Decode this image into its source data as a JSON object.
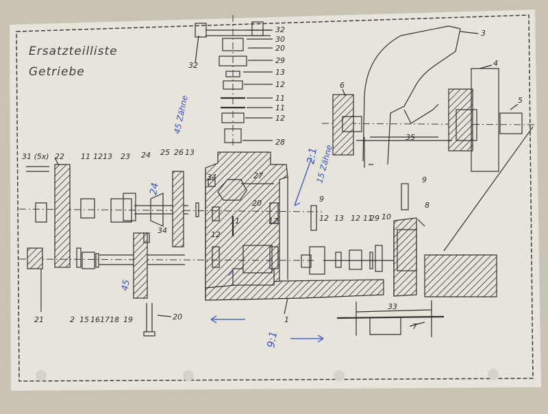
{
  "title": {
    "line1": "Ersatzteilliste",
    "line2": "Getriebe"
  },
  "part_labels": {
    "p32a": "32",
    "p32b": "32",
    "p30": "30",
    "p20a": "20",
    "p29a": "29",
    "p13a": "13",
    "p12a": "12",
    "p11a": "11",
    "p11b": "11",
    "p12b": "12",
    "p28": "28",
    "p3": "3",
    "p4": "4",
    "p5": "5",
    "p6": "6",
    "p35": "35",
    "p31": "31 (5x)",
    "p22": "22",
    "p11c": "11",
    "p12c": "12",
    "p13c": "13",
    "p23": "23",
    "p24": "24",
    "p25": "25",
    "p26": "26",
    "p13d": "13",
    "p34a": "34",
    "p27": "27",
    "p20b": "20",
    "p9a": "9",
    "p9b": "9",
    "p8": "8",
    "p12d": "12",
    "p13e": "13",
    "p12e": "12",
    "p11d": "11",
    "p29b": "29",
    "p10": "10",
    "p11e": "11",
    "p12f": "12",
    "p12g": "12",
    "p34b": "34",
    "p21": "21",
    "p2": "2",
    "p15": "15",
    "p16": "16",
    "p17": "17",
    "p18": "18",
    "p19": "19",
    "p20c": "20",
    "p1": "1",
    "p33": "33",
    "p7": "7"
  },
  "handwritten": {
    "zaehne_top": "45 Zähne",
    "ratio_2_1": "2:1",
    "zaehne_mid": "15 Zähne",
    "num_24": "24",
    "num_45": "45",
    "ratio_9_1": "9:1"
  },
  "colors": {
    "paper": "#e7e4dc",
    "ink": "#2e2e2e",
    "pen": "#3a55c4",
    "background": "#c9c3b4"
  }
}
